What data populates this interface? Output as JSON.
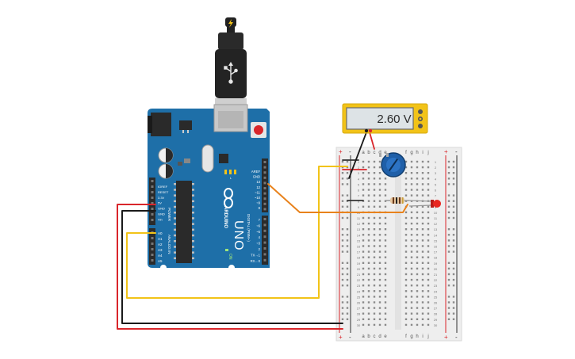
{
  "colors": {
    "board": "#1e6fa8",
    "board_dark": "#165a8a",
    "header": "#2b2b2b",
    "usb_cable": "#222222",
    "wire_red": "#d9262b",
    "wire_black": "#1a1a1a",
    "wire_yellow": "#f2c318",
    "wire_orange": "#e8821c",
    "breadboard": "#f2f2f2",
    "rail_red": "#d9262b",
    "rail_black": "#333333",
    "multimeter_body": "#f2c318",
    "display_bg": "#dde3e6",
    "pot_blue": "#1f5fa8",
    "led_red": "#e8261f"
  },
  "icons": {
    "usb": "usb-plug-icon",
    "lightning": "lightning-icon",
    "arduino_logo": "arduino-infinity-logo"
  },
  "multimeter": {
    "reading": "2.60 V"
  },
  "arduino": {
    "model": "UNO",
    "brand": "ARDUINO",
    "power_header_title": "POWER",
    "analog_header_title": "ANALOG IN",
    "digital_header_title": "DIGITAL (PWM~)",
    "on_label": "ON",
    "tx_label": "TX",
    "rx_label": "RX",
    "l_label": "L",
    "power_pins": [
      "IOREF",
      "RESET",
      "3.3V",
      "5V",
      "GND",
      "GND",
      "Vin"
    ],
    "analog_pins": [
      "A0",
      "A1",
      "A2",
      "A3",
      "A4",
      "A5"
    ],
    "digital_pins_top": [
      "AREF",
      "GND",
      "13",
      "12",
      "~11",
      "~10",
      "~9",
      "8"
    ],
    "digital_pins_bottom": [
      "7",
      "~6",
      "~5",
      "4",
      "~3",
      "2",
      "TX→1",
      "RX←0"
    ]
  },
  "breadboard": {
    "column_letters_left": [
      "a",
      "b",
      "c",
      "d",
      "e"
    ],
    "column_letters_right": [
      "f",
      "g",
      "h",
      "i",
      "j"
    ],
    "rail_plus": "+",
    "rail_minus": "-",
    "rows": [
      "1",
      "2",
      "3",
      "4",
      "5",
      "6",
      "7",
      "8",
      "9",
      "10",
      "11",
      "12",
      "13",
      "14",
      "15",
      "16",
      "17",
      "18",
      "19",
      "20",
      "21",
      "22",
      "23",
      "24",
      "25",
      "26",
      "27",
      "28",
      "29",
      "30"
    ]
  }
}
